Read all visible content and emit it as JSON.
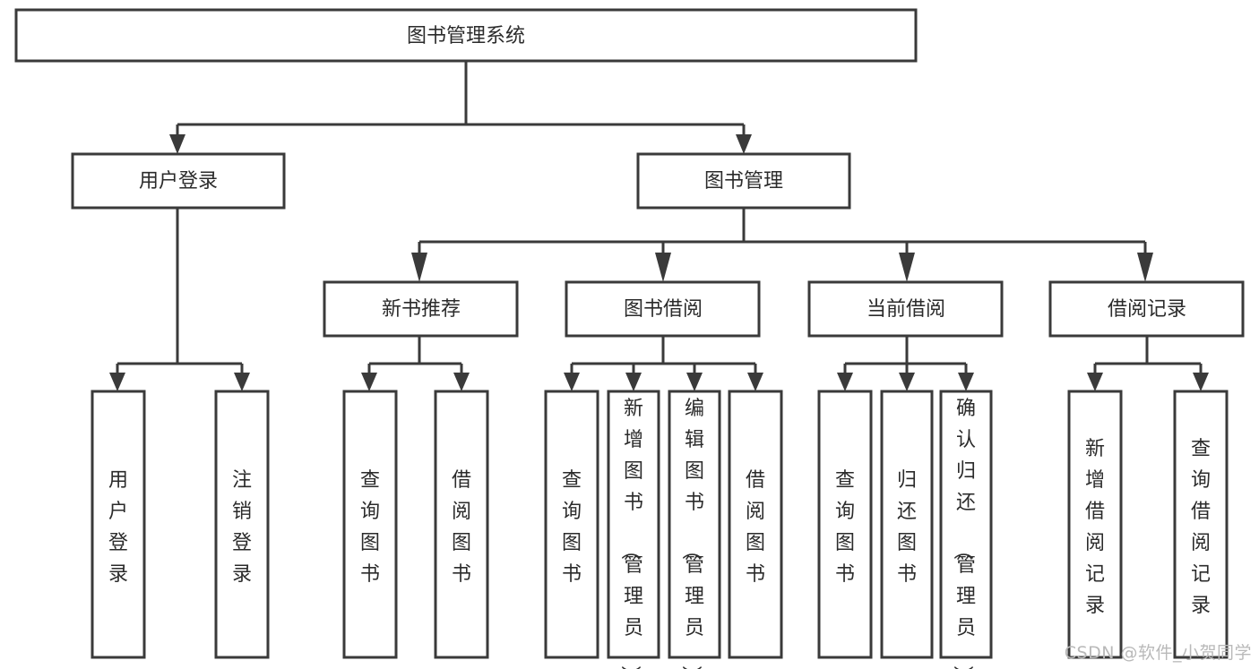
{
  "diagram": {
    "type": "tree",
    "title": "图书管理系统",
    "orientation": "top-down",
    "background_color": "#ffffff",
    "line_color": "#3a3a3a",
    "box_fill": "#ffffff",
    "text_color": "#2b2b2b",
    "root": {
      "id": "root",
      "label": "图书管理系统",
      "orientation": "horizontal"
    },
    "level2": [
      {
        "id": "user-login",
        "label": "用户登录",
        "orientation": "horizontal"
      },
      {
        "id": "book-manage",
        "label": "图书管理",
        "orientation": "horizontal"
      }
    ],
    "level3": [
      {
        "id": "new-book-recommend",
        "label": "新书推荐",
        "orientation": "horizontal",
        "parent": "book-manage"
      },
      {
        "id": "book-borrow",
        "label": "图书借阅",
        "orientation": "horizontal",
        "parent": "book-manage"
      },
      {
        "id": "current-borrow",
        "label": "当前借阅",
        "orientation": "horizontal",
        "parent": "book-manage"
      },
      {
        "id": "borrow-record",
        "label": "借阅记录",
        "orientation": "horizontal",
        "parent": "book-manage"
      }
    ],
    "leaves": [
      {
        "id": "leaf-user-login",
        "label": "用户登录",
        "parent": "user-login",
        "orientation": "vertical"
      },
      {
        "id": "leaf-user-logout",
        "label": "注销登录",
        "parent": "user-login",
        "orientation": "vertical"
      },
      {
        "id": "leaf-query-book-1",
        "label": "查询图书",
        "parent": "new-book-recommend",
        "orientation": "vertical"
      },
      {
        "id": "leaf-borrow-book-1",
        "label": "借阅图书",
        "parent": "new-book-recommend",
        "orientation": "vertical"
      },
      {
        "id": "leaf-query-book-2",
        "label": "查询图书",
        "parent": "book-borrow",
        "orientation": "vertical"
      },
      {
        "id": "leaf-add-book",
        "label": "新增图书（管理员）",
        "parent": "book-borrow",
        "orientation": "vertical"
      },
      {
        "id": "leaf-edit-book",
        "label": "编辑图书（管理员）",
        "parent": "book-borrow",
        "orientation": "vertical"
      },
      {
        "id": "leaf-borrow-book-2",
        "label": "借阅图书",
        "parent": "book-borrow",
        "orientation": "vertical"
      },
      {
        "id": "leaf-query-book-3",
        "label": "查询图书",
        "parent": "current-borrow",
        "orientation": "vertical"
      },
      {
        "id": "leaf-return-book",
        "label": "归还图书",
        "parent": "current-borrow",
        "orientation": "vertical"
      },
      {
        "id": "leaf-confirm-return",
        "label": "确认归还（管理员）",
        "parent": "current-borrow",
        "orientation": "vertical"
      },
      {
        "id": "leaf-add-record",
        "label": "新增借阅记录",
        "parent": "borrow-record",
        "orientation": "vertical"
      },
      {
        "id": "leaf-query-record",
        "label": "查询借阅记录",
        "parent": "borrow-record",
        "orientation": "vertical"
      }
    ]
  },
  "watermark": {
    "text": "CSDN @软件_小贺同学",
    "color": "#b9b9b9"
  }
}
